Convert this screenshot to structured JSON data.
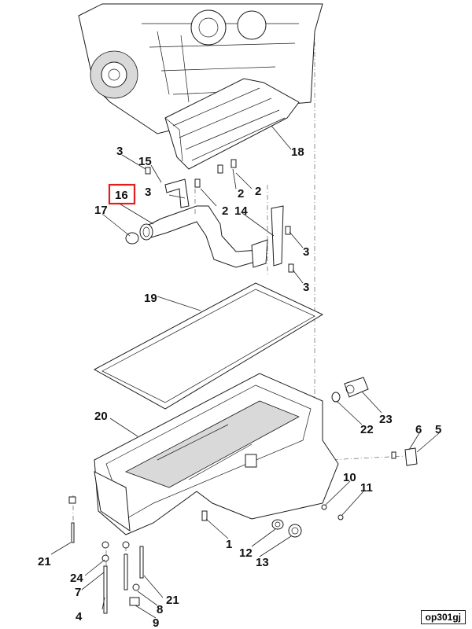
{
  "callouts": {
    "c1": "1",
    "c2a": "2",
    "c2b": "2",
    "c2c": "2",
    "c3a": "3",
    "c3b": "3",
    "c3c": "3",
    "c3d": "3",
    "c4": "4",
    "c5": "5",
    "c6": "6",
    "c7": "7",
    "c8": "8",
    "c9": "9",
    "c10": "10",
    "c11": "11",
    "c12": "12",
    "c13": "13",
    "c14": "14",
    "c15": "15",
    "c16": "16",
    "c17": "17",
    "c18": "18",
    "c19": "19",
    "c20": "20",
    "c21a": "21",
    "c21b": "21",
    "c22": "22",
    "c23": "23",
    "c24": "24"
  },
  "highlighted_callout": "16",
  "colors": {
    "highlight": "#e02020",
    "ink": "#1a1a1a"
  },
  "reference_code": "op301gj"
}
